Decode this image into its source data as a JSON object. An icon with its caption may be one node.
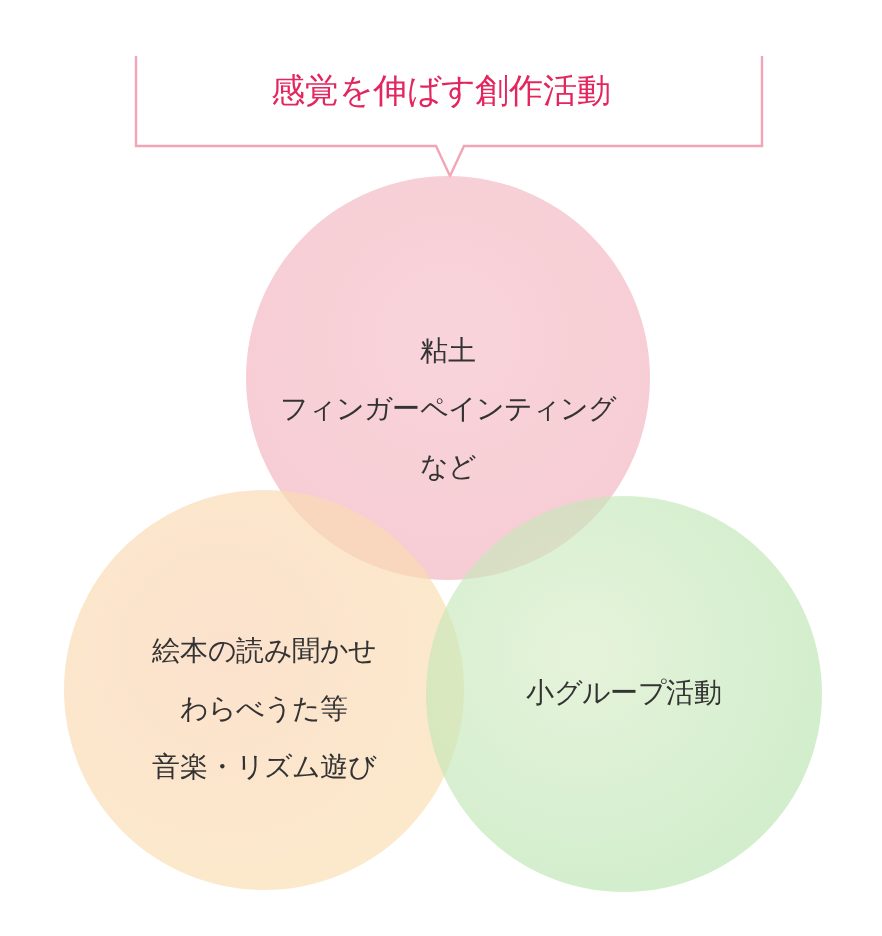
{
  "diagram": {
    "title": "感覚を伸ばす創作活動",
    "nodes": [
      {
        "text": [
          "粘土",
          "フィンガーペインティング",
          "など"
        ]
      },
      {
        "text": [
          "絵本の読み聞かせ",
          "わらべうた等",
          "音楽・リズム遊び"
        ]
      },
      {
        "text": [
          "小グループ活動"
        ]
      }
    ]
  }
}
